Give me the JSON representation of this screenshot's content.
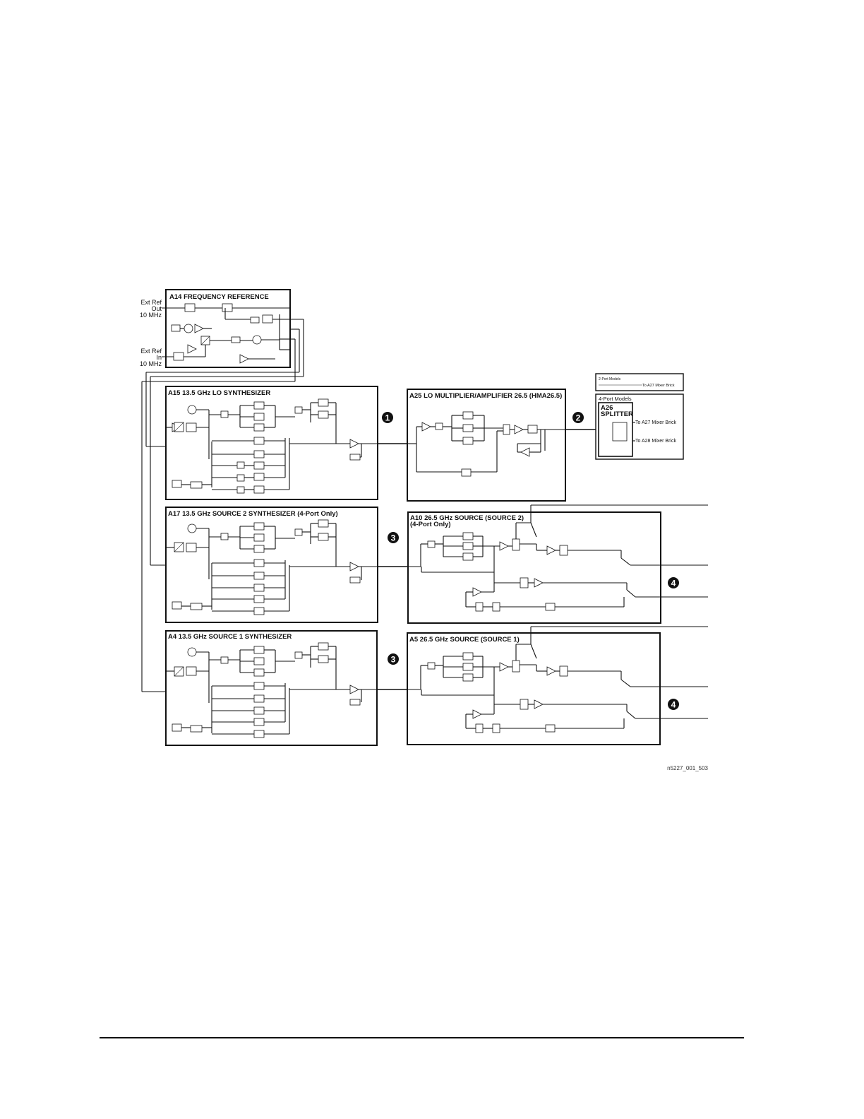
{
  "external": {
    "ext_ref_out": [
      "Ext Ref",
      "Out",
      "10 MHz"
    ],
    "ext_ref_in": [
      "Ext Ref",
      "In",
      "10 MHz"
    ]
  },
  "modules": {
    "a14": "A14  FREQUENCY REFERENCE",
    "a15": "A15 13.5 GHz LO SYNTHESIZER",
    "a17": "A17 13.5 GHz SOURCE 2 SYNTHESIZER (4-Port Only)",
    "a4": "A4 13.5 GHz SOURCE 1 SYNTHESIZER",
    "a25": "A25 LO MULTIPLIER/AMPLIFIER 26.5 (HMA26.5)",
    "a10": [
      "A10 26.5 GHz SOURCE (SOURCE 2)",
      "(4-Port Only)"
    ],
    "a5": "A5 26.5 GHz SOURCE (SOURCE 1)"
  },
  "models": {
    "two_port": "2-Port Models",
    "two_port_target": "To A27 Mixer Brick",
    "four_port": "4-Port Models",
    "splitter": [
      "A26",
      "SPLITTER"
    ],
    "out_a27": "To A27 Mixer Brick",
    "out_a28": "To A28 Mixer Brick"
  },
  "callouts": [
    "1",
    "2",
    "3",
    "3",
    "4",
    "4"
  ],
  "figure_id": "n5227_001_503",
  "colors": {
    "ink": "#111111",
    "callout_fill": "#111111",
    "page": "#ffffff"
  }
}
